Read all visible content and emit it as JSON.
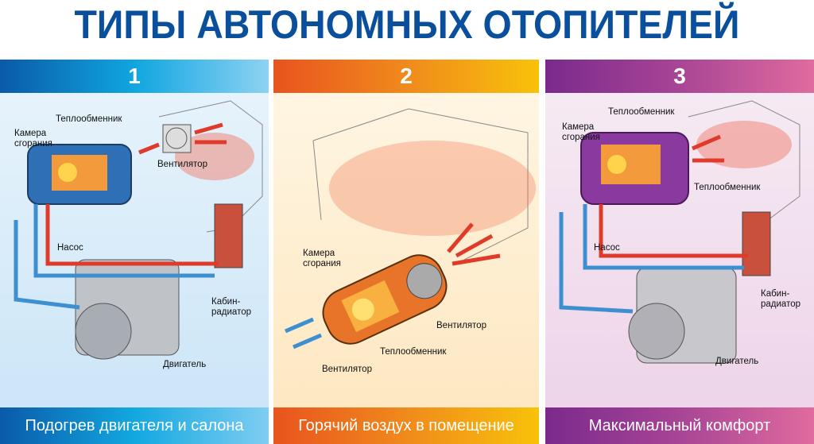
{
  "title": "ТИПЫ АВТОНОМНЫХ ОТОПИТЕЛЕЙ",
  "panels": [
    {
      "number": "1",
      "caption": "Подогрев двигателя и салона",
      "labels": {
        "heat_exchanger": "Теплообменник",
        "combustion_chamber_1": "Камера",
        "combustion_chamber_2": "сгорания",
        "fan": "Вентилятор",
        "pump": "Насос",
        "cabin_radiator_1": "Кабин-",
        "cabin_radiator_2": "радиатор",
        "engine": "Двигатель"
      }
    },
    {
      "number": "2",
      "caption": "Горячий воздух в помещение",
      "labels": {
        "combustion_chamber_1": "Камера",
        "combustion_chamber_2": "сгорания",
        "fan_right": "Вентилятор",
        "heat_exchanger": "Теплообменник",
        "fan_left": "Вентилятор"
      }
    },
    {
      "number": "3",
      "caption": "Максимальный комфорт",
      "labels": {
        "heat_exchanger_top": "Теплообменник",
        "combustion_chamber_1": "Камера",
        "combustion_chamber_2": "сгорания",
        "heat_exchanger_right": "Теплообменник",
        "pump": "Насос",
        "cabin_radiator_1": "Кабин-",
        "cabin_radiator_2": "радиатор",
        "engine": "Двигатель"
      }
    }
  ],
  "colors": {
    "title": "#0a4f9c",
    "hot": "#e03a2a",
    "cold": "#3d8fd0"
  }
}
